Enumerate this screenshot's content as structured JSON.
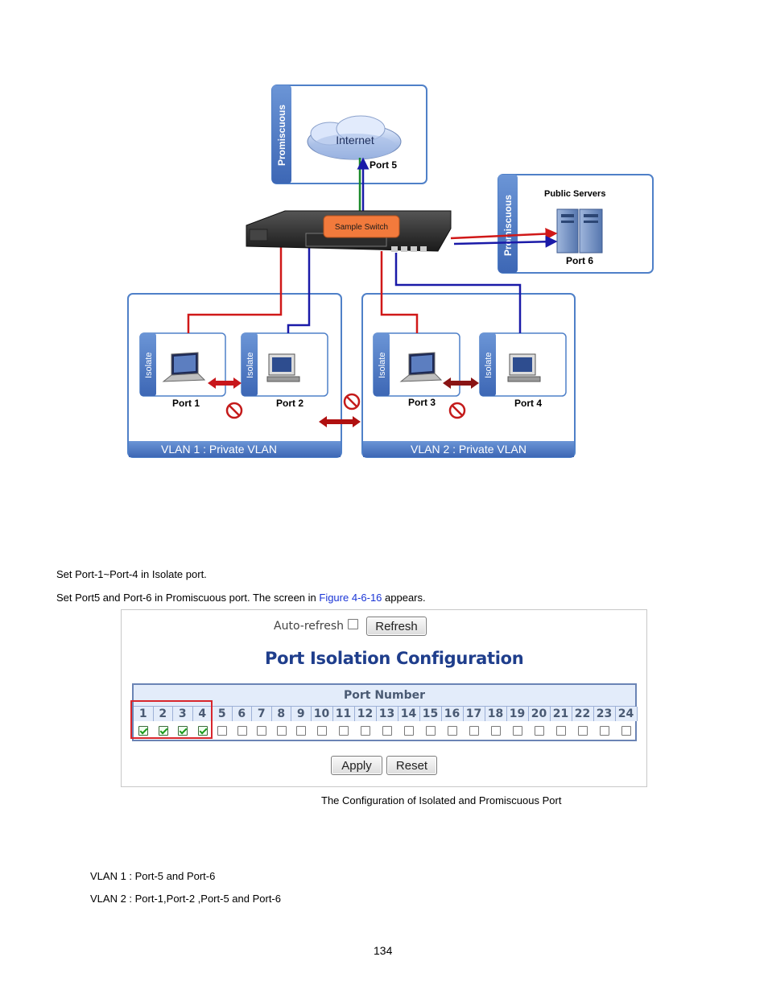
{
  "diagram": {
    "promiscuous_label": "Promiscuous",
    "internet_label": "Internet",
    "port5_label": "Port 5",
    "public_servers_label": "Public Servers",
    "port6_label": "Port 6",
    "switch_label": "Sample Switch",
    "isolate_label": "Isolate",
    "port1_label": "Port 1",
    "port2_label": "Port 2",
    "port3_label": "Port 3",
    "port4_label": "Port 4",
    "vlan1_label": "VLAN 1 : Private VLAN",
    "vlan2_label": "VLAN 2 : Private VLAN",
    "colors": {
      "panel_border": "#4f80c8",
      "vlan_bar": "#4a78c4",
      "red_link": "#d01818",
      "blue_link": "#1a1aa8",
      "green_link": "#1a8a2a",
      "switch_label_bg": "#f27a3c"
    }
  },
  "text": {
    "step1": "Set Port-1~Port-4 in Isolate port.",
    "step2_before": "Set Port5 and Port-6 in Promiscuous port. The screen in ",
    "step2_link": "Figure 4-6-16",
    "step2_after": " appears.",
    "caption": "The Configuration of Isolated and Promiscuous Port",
    "vlan1_members": "VLAN 1 : Port-5 and Port-6",
    "vlan2_members": "VLAN 2 : Port-1,Port-2 ,Port-5 and Port-6",
    "page_number": "134"
  },
  "port_isolation": {
    "auto_refresh_label": "Auto-refresh",
    "auto_refresh_checked": false,
    "refresh_button": "Refresh",
    "title": "Port Isolation Configuration",
    "table_header": "Port Number",
    "ports": [
      "1",
      "2",
      "3",
      "4",
      "5",
      "6",
      "7",
      "8",
      "9",
      "10",
      "11",
      "12",
      "13",
      "14",
      "15",
      "16",
      "17",
      "18",
      "19",
      "20",
      "21",
      "22",
      "23",
      "24"
    ],
    "checked": [
      true,
      true,
      true,
      true,
      false,
      false,
      false,
      false,
      false,
      false,
      false,
      false,
      false,
      false,
      false,
      false,
      false,
      false,
      false,
      false,
      false,
      false,
      false,
      false
    ],
    "apply_button": "Apply",
    "reset_button": "Reset",
    "highlight_color": "#d8262c"
  }
}
